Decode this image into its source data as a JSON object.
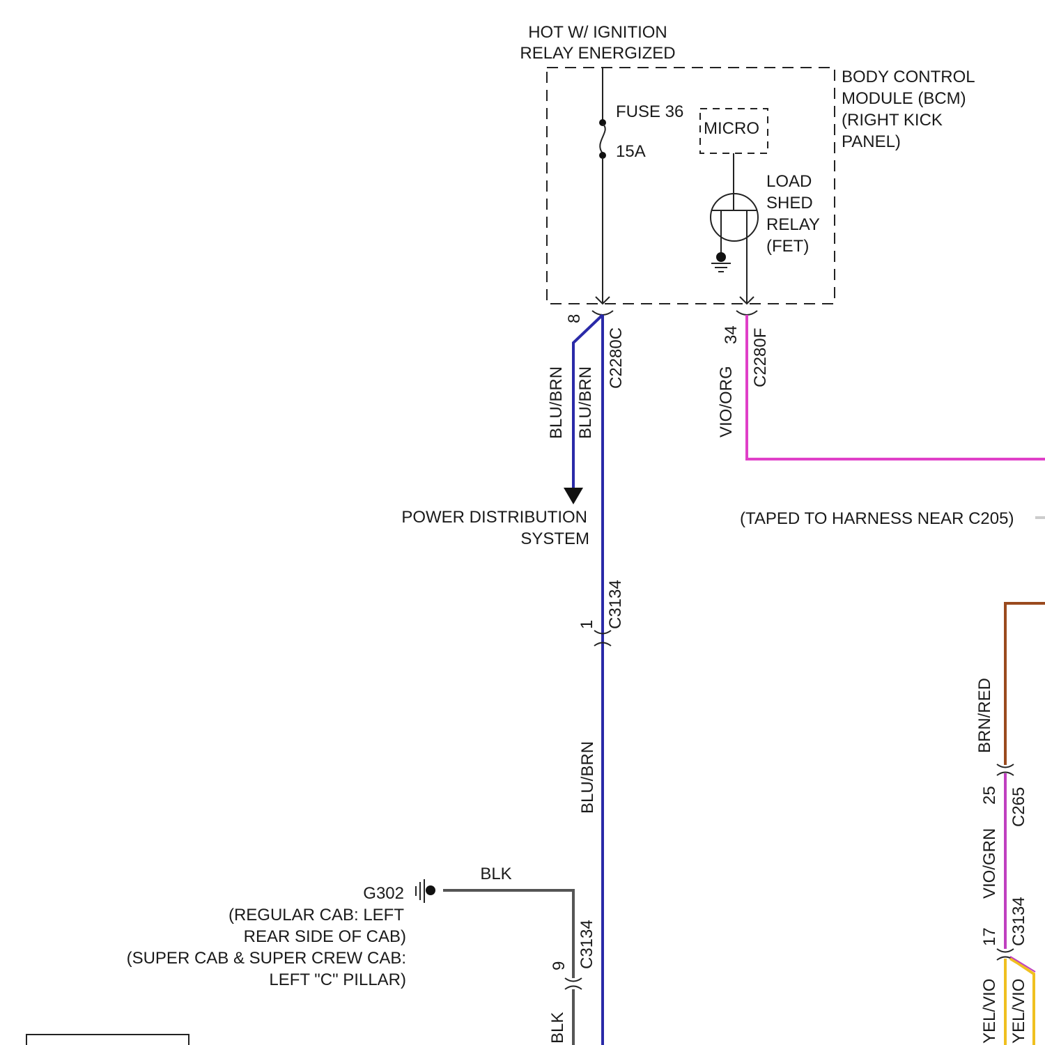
{
  "top_label": {
    "line1": "HOT W/ IGNITION",
    "line2": "RELAY ENERGIZED"
  },
  "bcm": {
    "line1": "BODY CONTROL",
    "line2": "MODULE (BCM)",
    "line3": "(RIGHT KICK",
    "line4": "PANEL)"
  },
  "fuse": {
    "name": "FUSE 36",
    "rating": "15A"
  },
  "micro": "MICRO",
  "relay": {
    "line1": "LOAD",
    "line2": "SHED",
    "line3": "RELAY",
    "line4": "(FET)"
  },
  "connectors": {
    "c2280c": {
      "name": "C2280C",
      "pin": "8"
    },
    "c2280f": {
      "name": "C2280F",
      "pin": "34"
    },
    "c3134_a": {
      "name": "C3134",
      "pin": "1"
    },
    "c3134_b": {
      "name": "C3134",
      "pin": "9"
    },
    "c3134_c": {
      "name": "C3134",
      "pin": "17"
    },
    "c265": {
      "name": "C265",
      "pin": "25"
    }
  },
  "wires": {
    "blu_brn": "BLU/BRN",
    "vio_org": "VIO/ORG",
    "blk": "BLK",
    "brn_red": "BRN/RED",
    "vio_grn": "VIO/GRN",
    "yel_vio": "YEL/VIO"
  },
  "power_dist": {
    "line1": "POWER DISTRIBUTION",
    "line2": "SYSTEM"
  },
  "taped": "(TAPED TO HARNESS NEAR C205)",
  "ground": {
    "name": "G302",
    "line1": "(REGULAR CAB: LEFT",
    "line2": "REAR SIDE OF CAB)",
    "line3": "(SUPER CAB & SUPER CREW CAB:",
    "line4": "LEFT \"C\" PILLAR)"
  },
  "colors": {
    "blu_brn": "#2a2aa8",
    "vio_org": "#e040c8",
    "blk": "#555555",
    "brn_red": "#9a4a1e",
    "vio_grn": "#c040c0",
    "yel_vio": "#f0c020"
  }
}
